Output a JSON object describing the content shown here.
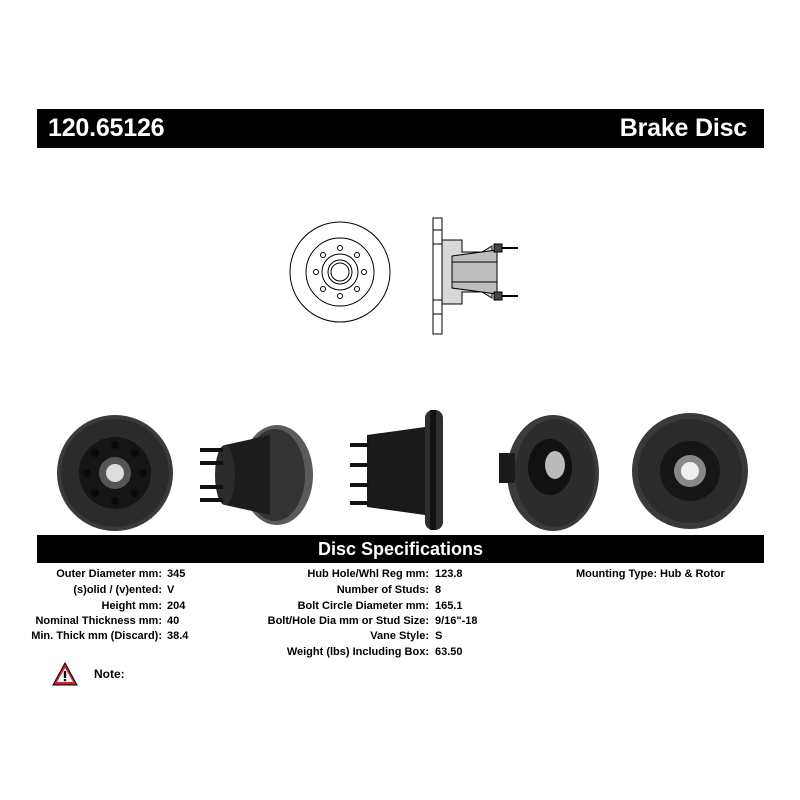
{
  "header": {
    "part_number": "120.65126",
    "product_type": "Brake Disc"
  },
  "specs_title": "Disc Specifications",
  "specs": {
    "col1": [
      {
        "label": "Outer Diameter mm:",
        "value": "345"
      },
      {
        "label": "(s)olid / (v)ented:",
        "value": "V"
      },
      {
        "label": "Height mm:",
        "value": "204"
      },
      {
        "label": "Nominal Thickness mm:",
        "value": "40"
      },
      {
        "label": "Min. Thick mm (Discard):",
        "value": "38.4"
      }
    ],
    "col2": [
      {
        "label": "Hub Hole/Whl Reg mm:",
        "value": "123.8"
      },
      {
        "label": "Number of Studs:",
        "value": "8"
      },
      {
        "label": "Bolt Circle Diameter mm:",
        "value": "165.1"
      },
      {
        "label": "Bolt/Hole Dia mm or Stud Size:",
        "value": "9/16\"-18"
      },
      {
        "label": "Vane Style:",
        "value": "S"
      },
      {
        "label": "Weight (lbs) Including Box:",
        "value": "63.50"
      }
    ],
    "col3": [
      {
        "label": "Mounting Type:",
        "value": "Hub & Rotor"
      }
    ]
  },
  "note_label": "Note:",
  "colors": {
    "bar": "#000000",
    "warning_red": "#d0202a",
    "rotor": "#2a2a2a"
  }
}
